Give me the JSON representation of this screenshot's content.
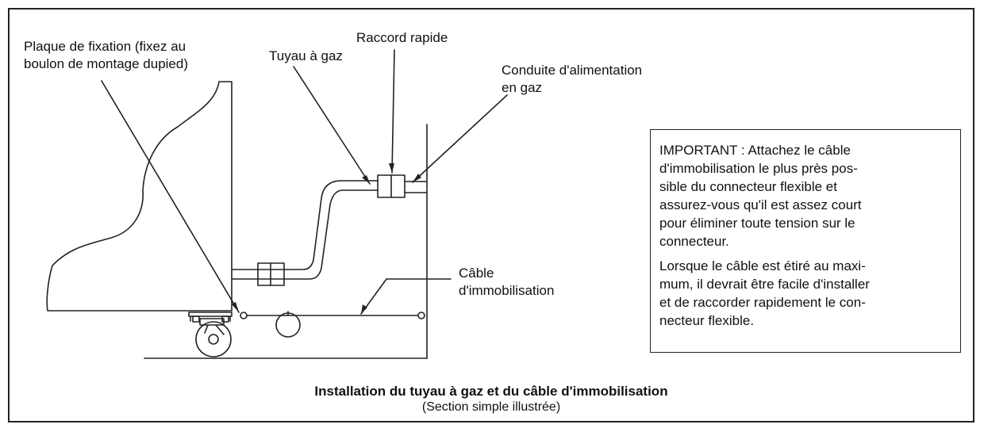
{
  "labels": {
    "mounting_plate": [
      "Plaque de fixation (fixez au",
      "boulon de montage dupied)"
    ],
    "gas_hose": "Tuyau à gaz",
    "quick_connect": "Raccord rapide",
    "gas_supply": [
      "Conduite d'alimentation",
      "en gaz"
    ],
    "restraint_cable": [
      "Câble",
      "d'immobilisation"
    ]
  },
  "note": {
    "para1": [
      "IMPORTANT : Attachez le câble",
      "d'immobilisation le plus près pos-",
      "sible du connecteur flexible et",
      "assurez-vous qu'il est assez court",
      "pour éliminer toute tension sur le",
      "connecteur."
    ],
    "para2": [
      "Lorsque le câble est étiré au maxi-",
      "mum, il devrait être facile d'installer",
      "et de raccorder rapidement le con-",
      "necteur flexible."
    ]
  },
  "caption": {
    "title": "Installation du tuyau à gaz et du câble d'immobilisation",
    "subtitle": "(Section simple illustrée)"
  }
}
